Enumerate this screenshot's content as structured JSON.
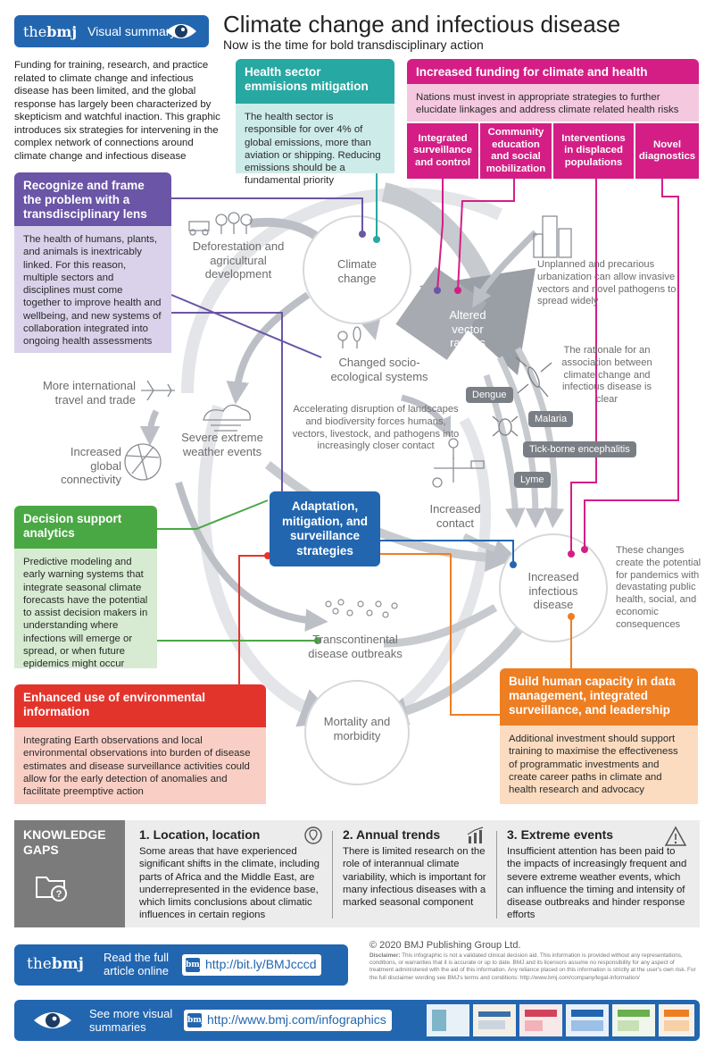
{
  "header": {
    "brand_prefix": "the",
    "brand_name": "bmj",
    "section_label": "Visual summary",
    "title": "Climate change and infectious disease",
    "subtitle": "Now is the time for bold transdisciplinary action",
    "intro": "Funding for training, research, and practice related to climate change and infectious disease has been limited, and the global response has largely been characterized by skepticism and watchful inaction. This graphic introduces six strategies for intervening in the complex network of connections around climate change and infectious disease"
  },
  "health_sector": {
    "title": "Health sector emmisions mitigation",
    "body": "The health sector is responsible for over 4% of global emissions, more than aviation or shipping. Reducing emissions should be a fundamental priority"
  },
  "funding": {
    "title": "Increased funding for climate and health",
    "body": "Nations must invest in appropriate strategies to further elucidate linkages and address climate related health risks",
    "items": [
      "Integrated surveillance and control",
      "Community education and social mobilization",
      "Interventions in displaced populations",
      "Novel diagnostics"
    ]
  },
  "recognize": {
    "title": "Recognize and frame the problem with a transdisciplinary lens",
    "body": "The health of humans, plants, and animals is inextricably linked. For this reason, multiple sectors and disciplines must come together to improve health and wellbeing, and new systems of collaboration integrated into ongoing health assessments"
  },
  "decision": {
    "title": "Decision support analytics",
    "body": "Predictive modeling and early warning systems that integrate seasonal climate forecasts have the potential to assist decision makers in understanding where infections will emerge or spread, or when future epidemics might occur"
  },
  "environmental": {
    "title": "Enhanced use of environmental information",
    "body": "Integrating Earth observations and local environmental observations into burden of disease estimates and disease surveillance activities could allow for the early detection of anomalies and facilitate preemptive action"
  },
  "capacity": {
    "title": "Build human capacity in data management, integrated surveillance, and leadership",
    "body": "Additional investment should support training to maximise the effectiveness of programmatic investments and create career paths in climate and health research and advocacy"
  },
  "center": {
    "label": "Adaptation, mitigation, and surveillance strategies"
  },
  "diagram": {
    "deforestation": "Deforestation and agricultural development",
    "climate_change": "Climate change",
    "altered_vector": "Altered vector ranges",
    "urbanization": "Unplanned and precarious urbanization can allow invasive vectors and novel pathogens to spread widely",
    "rationale": "The rationale for an association between climate change and infectious disease is clear",
    "diseases": [
      "Dengue",
      "Malaria",
      "Tick-borne encephalitis",
      "Lyme"
    ],
    "socio_eco": "Changed socio-ecological systems",
    "accelerating": "Accelerating disruption of landscapes and biodiversity forces humans, vectors, livestock, and pathogens into increasingly closer contact",
    "increased_contact": "Increased contact",
    "travel": "More international travel and trade",
    "connectivity": "Increased global connectivity",
    "severe_weather": "Severe extreme weather events",
    "increased_disease": "Increased infectious disease",
    "pandemics": "These changes create the potential for pandemics with devastating public health, social, and economic consequences",
    "transcontinental": "Transcontinental disease outbreaks",
    "mortality": "Mortality and morbidity"
  },
  "knowledge_gaps": {
    "label": "KNOWLEDGE GAPS",
    "cols": [
      {
        "title": "1. Location, location",
        "body": "Some areas that have experienced significant shifts in the climate, including parts of Africa and the Middle East, are underrepresented in the evidence base, which limits conclusions about climatic influences in certain regions"
      },
      {
        "title": "2. Annual trends",
        "body": "There is limited research on the role of interannual climate variability, which is important for many infectious diseases with a marked seasonal component"
      },
      {
        "title": "3. Extreme events",
        "body": "Insufficient attention has been paid to the impacts of increasingly frequent and severe extreme weather events, which can influence the timing and intensity of disease outbreaks and hinder response efforts"
      }
    ]
  },
  "footer": {
    "read_text": "Read the full article online",
    "article_url": "http://bit.ly/BMJcccd",
    "see_more": "See more visual summaries",
    "infographics_url": "http://www.bmj.com/infographics",
    "copyright": "© 2020 BMJ Publishing Group Ltd.",
    "disclaimer_label": "Disclaimer:",
    "disclaimer": "This infographic is not a validated clinical decision aid. This information is provided without any representations, conditions, or warranties that it is accurate or up to date. BMJ and its licensors assume no responsibility for any aspect of treatment administered with the aid of this information. Any reliance placed on this information is strictly at the user's own risk. For the full disclaimer wording see BMJ's terms and conditions: http://www.bmj.com/company/legal-information/"
  },
  "colors": {
    "bmj_blue": "#2266b0",
    "teal": "#27a8a2",
    "magenta": "#d41e86",
    "purple": "#6a55a6",
    "green": "#4aa844",
    "red": "#e3342c",
    "orange": "#ee7e22",
    "flow_gray": "#c4c7cc"
  }
}
